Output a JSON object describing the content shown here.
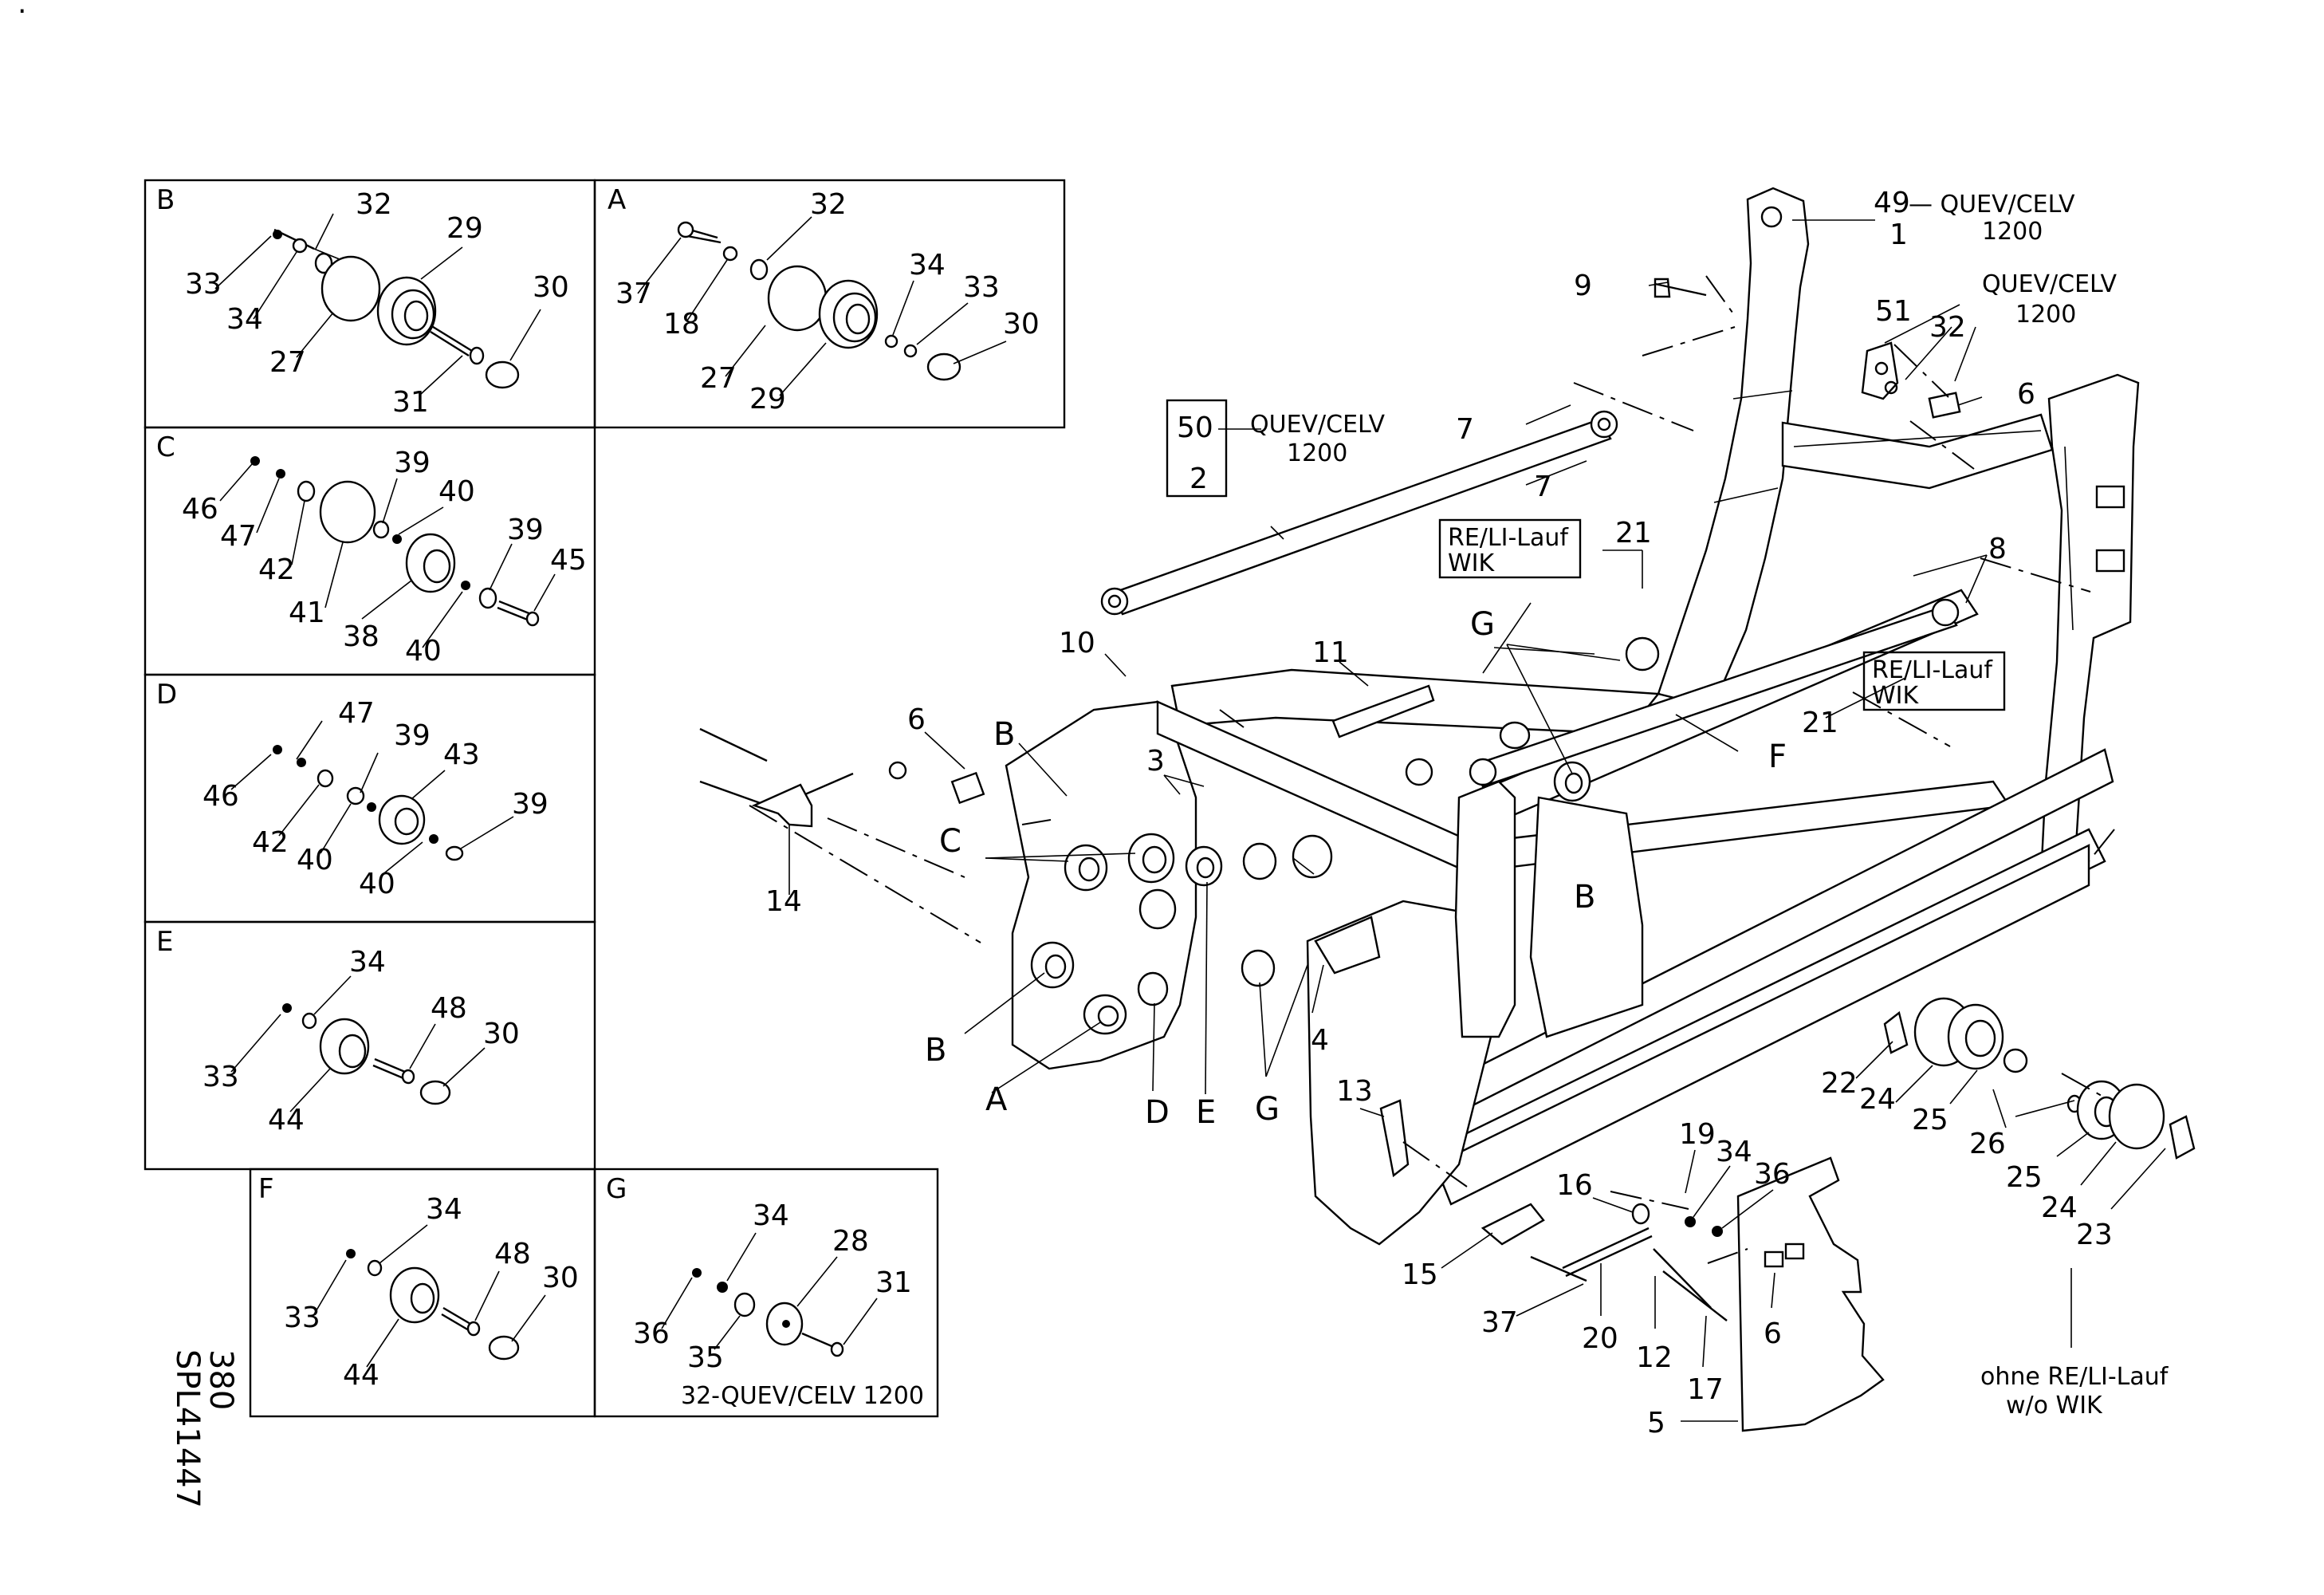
{
  "corner_mark": "·",
  "document": {
    "page_number": "380",
    "drawing_id": "SPL41447"
  },
  "panels": [
    {
      "letter": "B",
      "labels": [
        "32",
        "29",
        "33",
        "34",
        "27",
        "30",
        "31"
      ]
    },
    {
      "letter": "A",
      "labels": [
        "32",
        "37",
        "18",
        "34",
        "33",
        "27",
        "29",
        "30"
      ]
    },
    {
      "letter": "C",
      "labels": [
        "39",
        "40",
        "46",
        "47",
        "42",
        "39",
        "45",
        "41",
        "38",
        "40"
      ]
    },
    {
      "letter": "D",
      "labels": [
        "47",
        "39",
        "43",
        "46",
        "42",
        "40",
        "39",
        "40"
      ]
    },
    {
      "letter": "E",
      "labels": [
        "34",
        "48",
        "33",
        "30",
        "44"
      ]
    },
    {
      "letter": "F",
      "labels": [
        "34",
        "48",
        "30",
        "33",
        "44"
      ]
    },
    {
      "letter": "G",
      "labels": [
        "34",
        "28",
        "31",
        "36",
        "35"
      ],
      "note": "32-QUEV/CELV 1200"
    }
  ],
  "main": {
    "callout_49": "49",
    "callout_49_note": "— QUEV/CELV",
    "callout_49_note2": "1200",
    "callout_1": "1",
    "callout_9": "9",
    "callout_51": "51",
    "callout_51_note": "QUEV/CELV",
    "callout_51_note2": "1200",
    "callout_32": "32",
    "callout_6a": "6",
    "callout_50": "50",
    "callout_50_note": "QUEV/CELV",
    "callout_50_note2": "1200",
    "callout_2": "2",
    "callout_7a": "7",
    "callout_7b": "7",
    "callout_8": "8",
    "callout_21a": "21",
    "callout_21b": "21",
    "box_re_li_1": "RE/LI-Lauf",
    "box_wik_1": "WIK",
    "box_re_li_2": "RE/LI-Lauf",
    "box_wik_2": "WIK",
    "callout_G_top": "G",
    "callout_F": "F",
    "callout_10": "10",
    "callout_11": "11",
    "callout_6b": "6",
    "callout_B_top": "B",
    "callout_3": "3",
    "callout_C": "C",
    "callout_14": "14",
    "callout_B_right": "B",
    "callout_B_bottom": "B",
    "callout_A": "A",
    "callout_D": "D",
    "callout_E": "E",
    "callout_G_bottom": "G",
    "callout_4": "4",
    "callout_13": "13",
    "callout_15": "15",
    "callout_16": "16",
    "callout_19": "19",
    "callout_34": "34",
    "callout_36": "36",
    "callout_37": "37",
    "callout_20": "20",
    "callout_12": "12",
    "callout_17": "17",
    "callout_6c": "6",
    "callout_5": "5",
    "callout_22": "22",
    "callout_24a": "24",
    "callout_25a": "25",
    "callout_26": "26",
    "callout_25b": "25",
    "callout_24b": "24",
    "callout_23": "23",
    "footnote_1": "ohne RE/LI-Lauf",
    "footnote_2": "w/o WIK"
  }
}
